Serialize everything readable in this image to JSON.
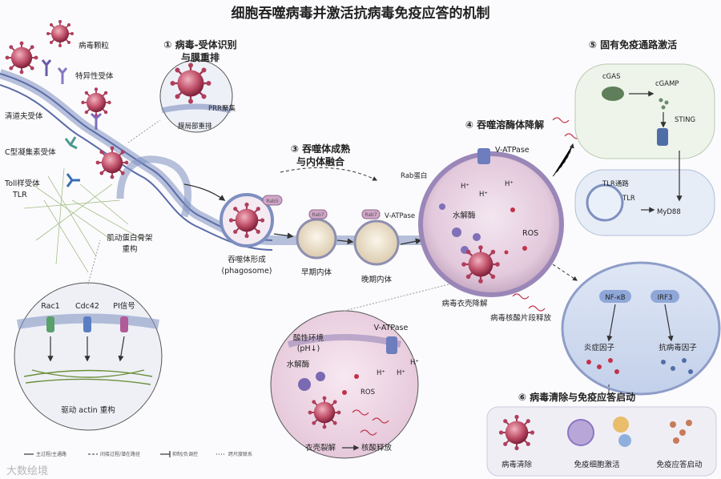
{
  "title": "细胞吞噬病毒并激活抗病毒免疫应答的机制",
  "labels": {
    "virus_particle": "病毒颗粒",
    "specific_receptor": "特异性受体",
    "scavenger_receptor": "清道夫受体",
    "ctype_lectin": "C型凝集素受体",
    "toll_like": "Toll样受体",
    "tlr": "TLR",
    "actin_remodel": "肌动蛋白骨架",
    "actin_remodel2": "重构",
    "step1_a": "① 病毒-受体识别",
    "step1_b": "与膜重排",
    "prr_cluster": "PRR聚集",
    "local_rearrange": "膜局部重排",
    "step3_a": "③ 吞噬体成熟",
    "step3_b": "与内体融合",
    "step4": "④ 吞噬溶酶体降解",
    "step5": "⑤ 固有免疫通路激活",
    "step6": "⑥ 病毒清除与免疫应答启动",
    "rab5": "Rab5",
    "rab7a": "Rab7",
    "rab7b": "Rab7",
    "rab_protein": "Rab蛋白",
    "phago_a": "吞噬体形成",
    "phago_b": "(phagosome)",
    "early_endo": "早期内体",
    "late_endo": "晚期内体",
    "vatpase_top": "V-ATPase",
    "vatpase_left": "V-ATPase",
    "hydrolase": "水解酶",
    "ros": "ROS",
    "uncoat": "病毒衣壳降解",
    "na_release": "病毒核酸片段释放",
    "cgas": "cGAS",
    "cgamp": "cGAMP",
    "sting": "STING",
    "tlr_path": "TLR通路",
    "myd88": "MyD88",
    "nfkb": "NF-κB",
    "irf3": "IRF3",
    "inflam": "炎症因子",
    "antiviral": "抗病毒因子",
    "rac1": "Rac1",
    "cdc42": "Cdc42",
    "pi": "PI信号",
    "drive_actin": "驱动 actin 重构",
    "acid_env": "酸性环境",
    "ph": "(pH↓)",
    "vatpase_zoom": "V-ATPase",
    "hydrolase_zoom": "水解酶",
    "ros_zoom": "ROS",
    "capsid_lysis": "衣壳裂解",
    "na_release2": "核酸释放",
    "clear": "病毒清除",
    "immune_act": "免疫细胞激活",
    "response_start": "免疫应答启动",
    "hplus": "H⁺",
    "legend_main": "主过程/主通路",
    "legend_indirect": "间接过程/潜在路径",
    "legend_inhibit": "抑制/负调控",
    "legend_cross": "跨尺度联系",
    "watermark": "大数绘境"
  }
}
